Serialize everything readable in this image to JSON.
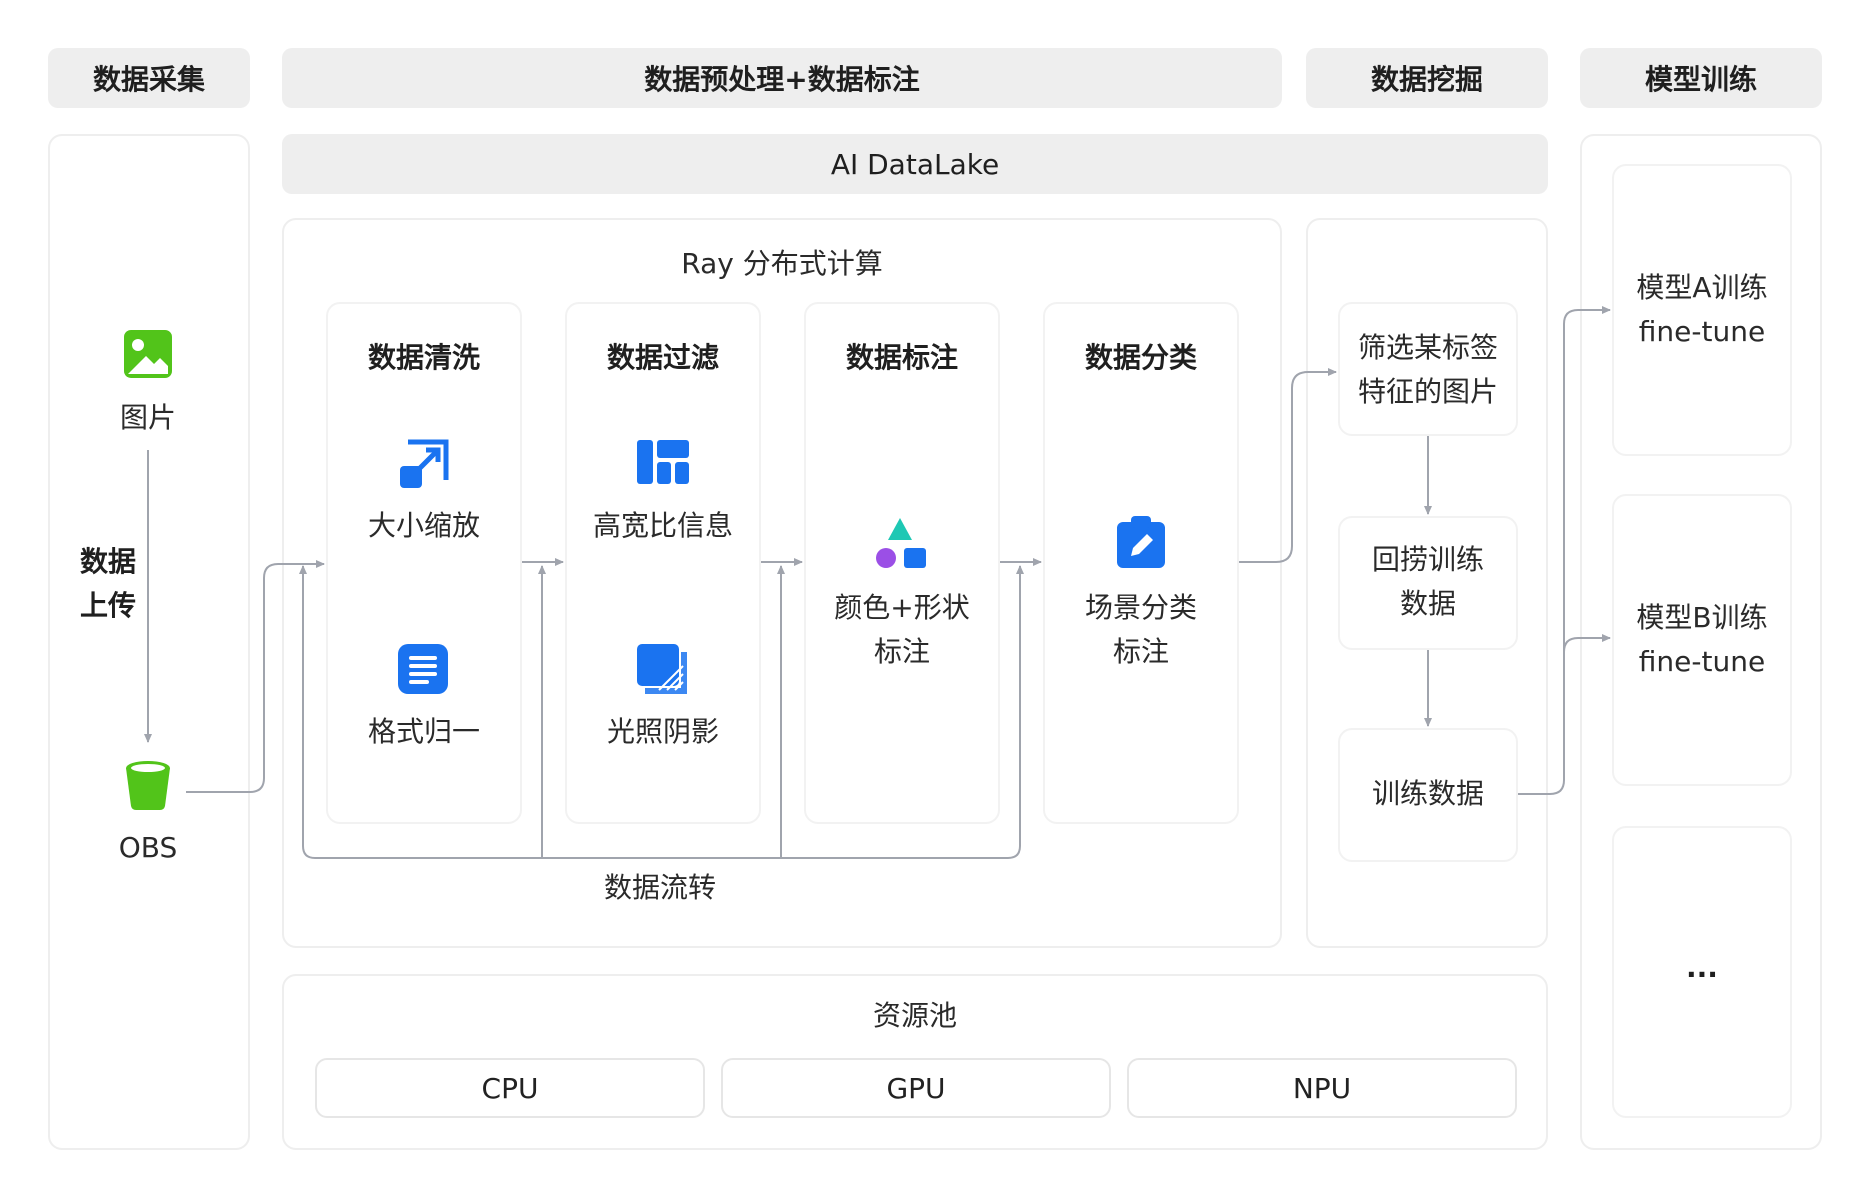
{
  "headers": {
    "collect": "数据采集",
    "preprocess": "数据预处理+数据标注",
    "mining": "数据挖掘",
    "training": "模型训练"
  },
  "datalake": "AI DataLake",
  "collect_panel": {
    "image_label": "图片",
    "upload_line1": "数据",
    "upload_line2": "上传",
    "obs_label": "OBS"
  },
  "ray": {
    "title": "Ray 分布式计算",
    "cols": [
      {
        "title": "数据清洗",
        "items": [
          "大小缩放",
          "格式归一"
        ]
      },
      {
        "title": "数据过滤",
        "items": [
          "高宽比信息",
          "光照阴影"
        ]
      },
      {
        "title": "数据标注",
        "items": [
          "颜色+形状",
          "标注"
        ]
      },
      {
        "title": "数据分类",
        "items": [
          "场景分类",
          "标注"
        ]
      }
    ],
    "flow_label": "数据流转"
  },
  "mining": {
    "step1_line1": "筛选某标签",
    "step1_line2": "特征的图片",
    "step2_line1": "回捞训练",
    "step2_line2": "数据",
    "step3": "训练数据"
  },
  "models": {
    "a_line1": "模型A训练",
    "a_line2": "fine-tune",
    "b_line1": "模型B训练",
    "b_line2": "fine-tune",
    "more": "..."
  },
  "resources": {
    "title": "资源池",
    "items": [
      "CPU",
      "GPU",
      "NPU"
    ]
  },
  "colors": {
    "header_bg": "#eeeeee",
    "icon_blue": "#1a73f0",
    "icon_green": "#52c41a",
    "icon_teal": "#1ec8b4",
    "icon_purple": "#9b4fe6",
    "line_gray": "#a0a4ad"
  }
}
